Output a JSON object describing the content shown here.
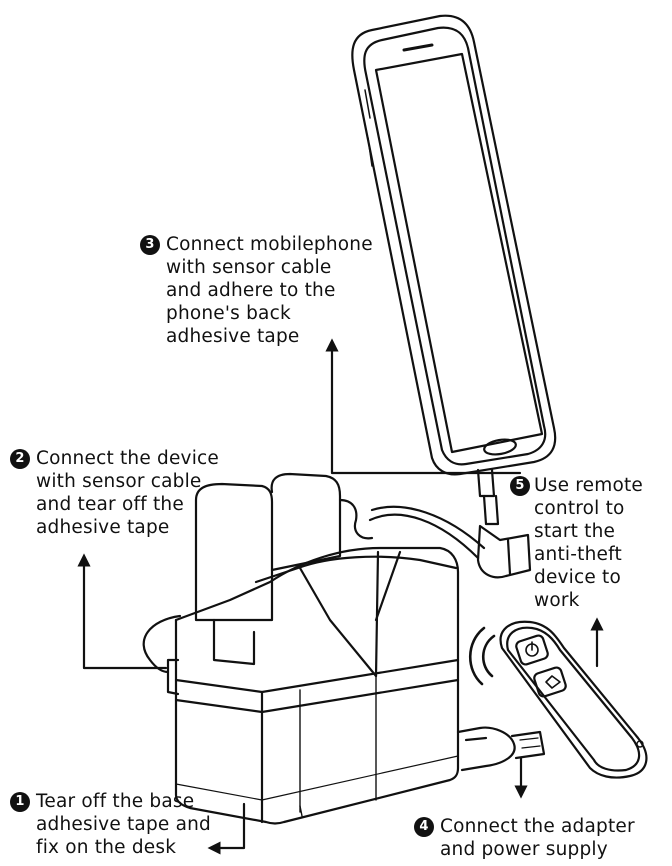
{
  "steps": [
    {
      "num": "1",
      "lines": [
        "Tear off the base",
        "adhesive tape and",
        "fix on the desk"
      ]
    },
    {
      "num": "2",
      "lines": [
        "Connect the device",
        "with sensor cable",
        "and tear off the",
        "adhesive tape"
      ]
    },
    {
      "num": "3",
      "lines": [
        "Connect mobilephone",
        "with sensor cable",
        "and adhere to the",
        "phone's back",
        "adhesive tape"
      ]
    },
    {
      "num": "4",
      "lines": [
        "Connect the adapter",
        "and power supply"
      ]
    },
    {
      "num": "5",
      "lines": [
        "Use remote",
        "control to",
        "start the",
        "anti-theft",
        "device to",
        "work"
      ]
    }
  ],
  "icons": [
    "phone-illustration",
    "stand-device-illustration",
    "remote-control-illustration",
    "usb-adapter-illustration",
    "power-button-icon",
    "lock-button-icon",
    "signal-wave-icon"
  ]
}
